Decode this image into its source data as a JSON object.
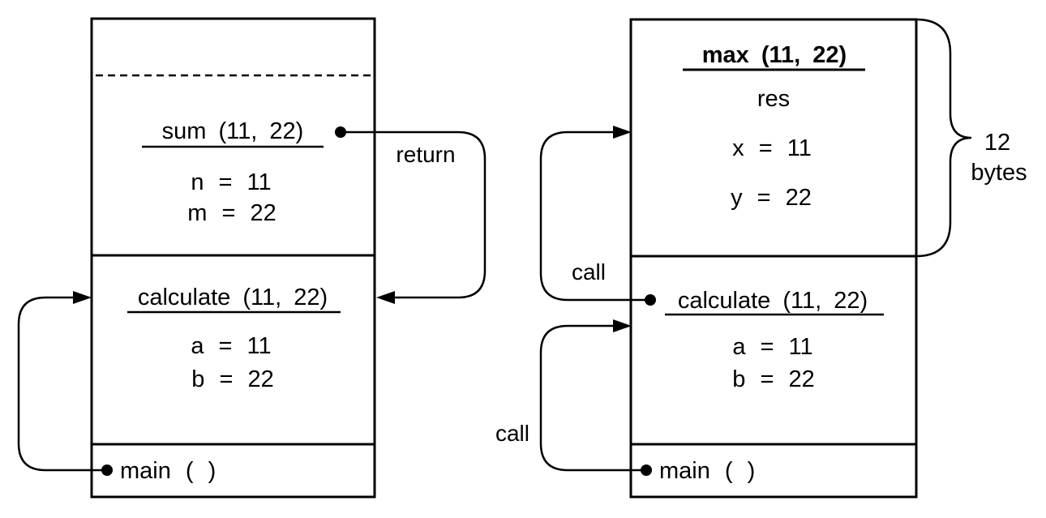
{
  "colors": {
    "ink": "#000000",
    "background": "#ffffff"
  },
  "left": {
    "sum": {
      "title": "sum (11, 22)",
      "var1": "n = 11",
      "var2": "m = 22"
    },
    "calculate": {
      "title": "calculate (11, 22)",
      "var1": "a = 11",
      "var2": "b = 22"
    },
    "main": {
      "title": "main ( )"
    },
    "return_label": "return"
  },
  "right": {
    "max": {
      "title": "max (11, 22)",
      "var1": "res",
      "var2": "x = 11",
      "var3": "y = 22"
    },
    "calculate": {
      "title": "calculate (11, 22)",
      "var1": "a = 11",
      "var2": "b = 22"
    },
    "main": {
      "title": "main ( )"
    },
    "call_upper_label": "call",
    "call_lower_label": "call",
    "brace": {
      "line1": "12",
      "line2": "bytes"
    }
  }
}
